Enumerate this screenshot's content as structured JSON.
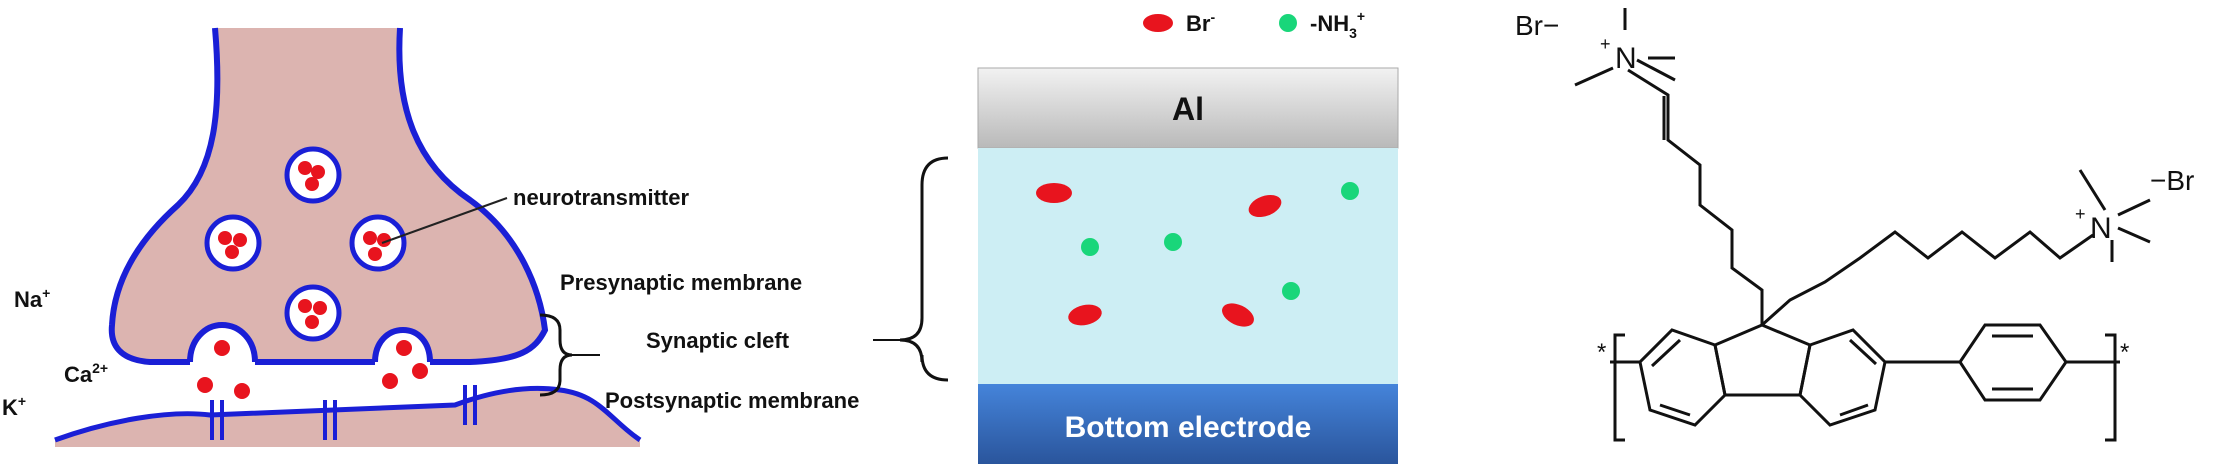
{
  "synapse": {
    "neurotransmitter": "neurotransmitter",
    "presynaptic": "Presynaptic membrane",
    "cleft": "Synaptic cleft",
    "postsynaptic": "Postsynaptic membrane",
    "na": "Na",
    "na_sup": "+",
    "ca": "Ca",
    "ca_sup": "2+",
    "k": "K",
    "k_sup": "+"
  },
  "device": {
    "legend_br": "Br",
    "legend_br_sup": "-",
    "legend_nh3": "-NH",
    "legend_nh3_sub": "3",
    "legend_nh3_sup": "+",
    "top_electrode": "Al",
    "bottom_electrode": "Bottom electrode"
  },
  "molecule": {
    "br_left": "Br−",
    "n_left": "N",
    "plus_left": "+",
    "n_right": "N",
    "plus_right": "+",
    "br_right": "−Br",
    "star_left": "*",
    "star_right": "*"
  },
  "colors": {
    "synapse_fill": "#dcb4b0",
    "membrane": "#1a1fd6",
    "ion_red": "#e8141e",
    "ion_green": "#19d67a",
    "cleft_fill": "#cdeef4",
    "al_top": "#f0f0f0",
    "al_bottom": "#bcbcbc",
    "electrode_top": "#3f7ad0",
    "electrode_bottom": "#2f5ea8"
  }
}
